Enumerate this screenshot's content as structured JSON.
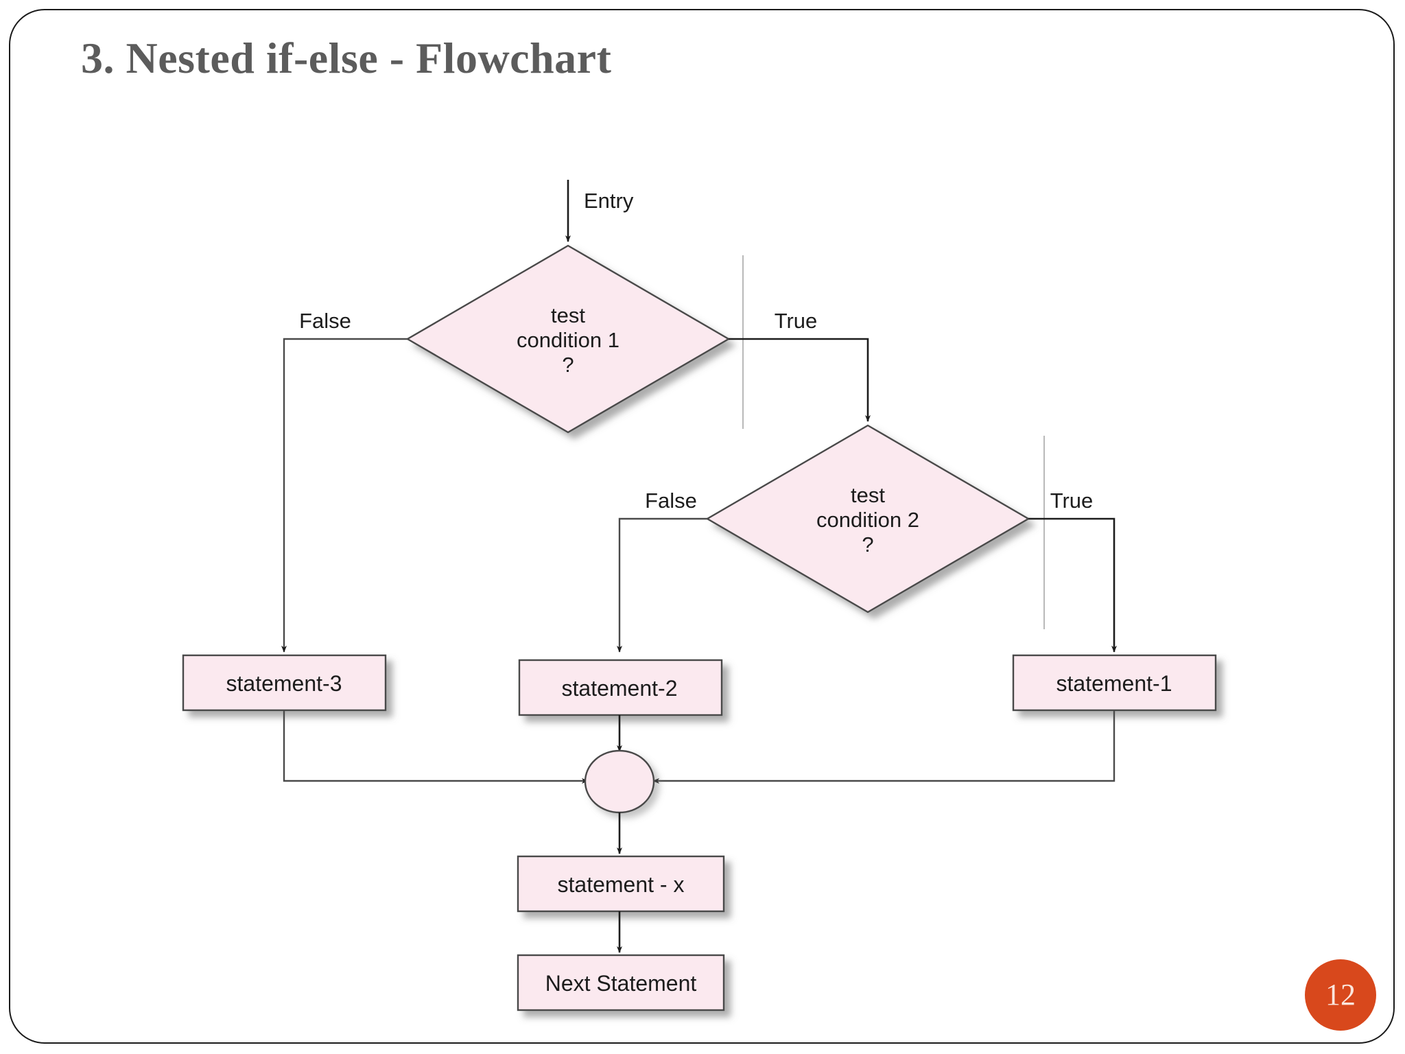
{
  "slide": {
    "title": "3. Nested if-else - Flowchart",
    "page_number": "12",
    "accent_color": "#D8481C",
    "shape_fill": "#FBE9EF",
    "shape_stroke": "#4a4a4a",
    "title_color": "#5C5C5C"
  },
  "flowchart": {
    "type": "flowchart",
    "entry_label": "Entry",
    "decisions": [
      {
        "id": "decision-1",
        "line1": "test",
        "line2": "condition 1",
        "line3": "?",
        "false_label": "False",
        "true_label": "True"
      },
      {
        "id": "decision-2",
        "line1": "test",
        "line2": "condition 2",
        "line3": "?",
        "false_label": "False",
        "true_label": "True"
      }
    ],
    "process_boxes": [
      {
        "id": "statement-3",
        "label": "statement-3"
      },
      {
        "id": "statement-2",
        "label": "statement-2"
      },
      {
        "id": "statement-1",
        "label": "statement-1"
      },
      {
        "id": "statement-x",
        "label": "statement - x"
      },
      {
        "id": "next-statement",
        "label": "Next Statement"
      }
    ],
    "merge_node": {
      "id": "merge-circle",
      "label": ""
    }
  }
}
